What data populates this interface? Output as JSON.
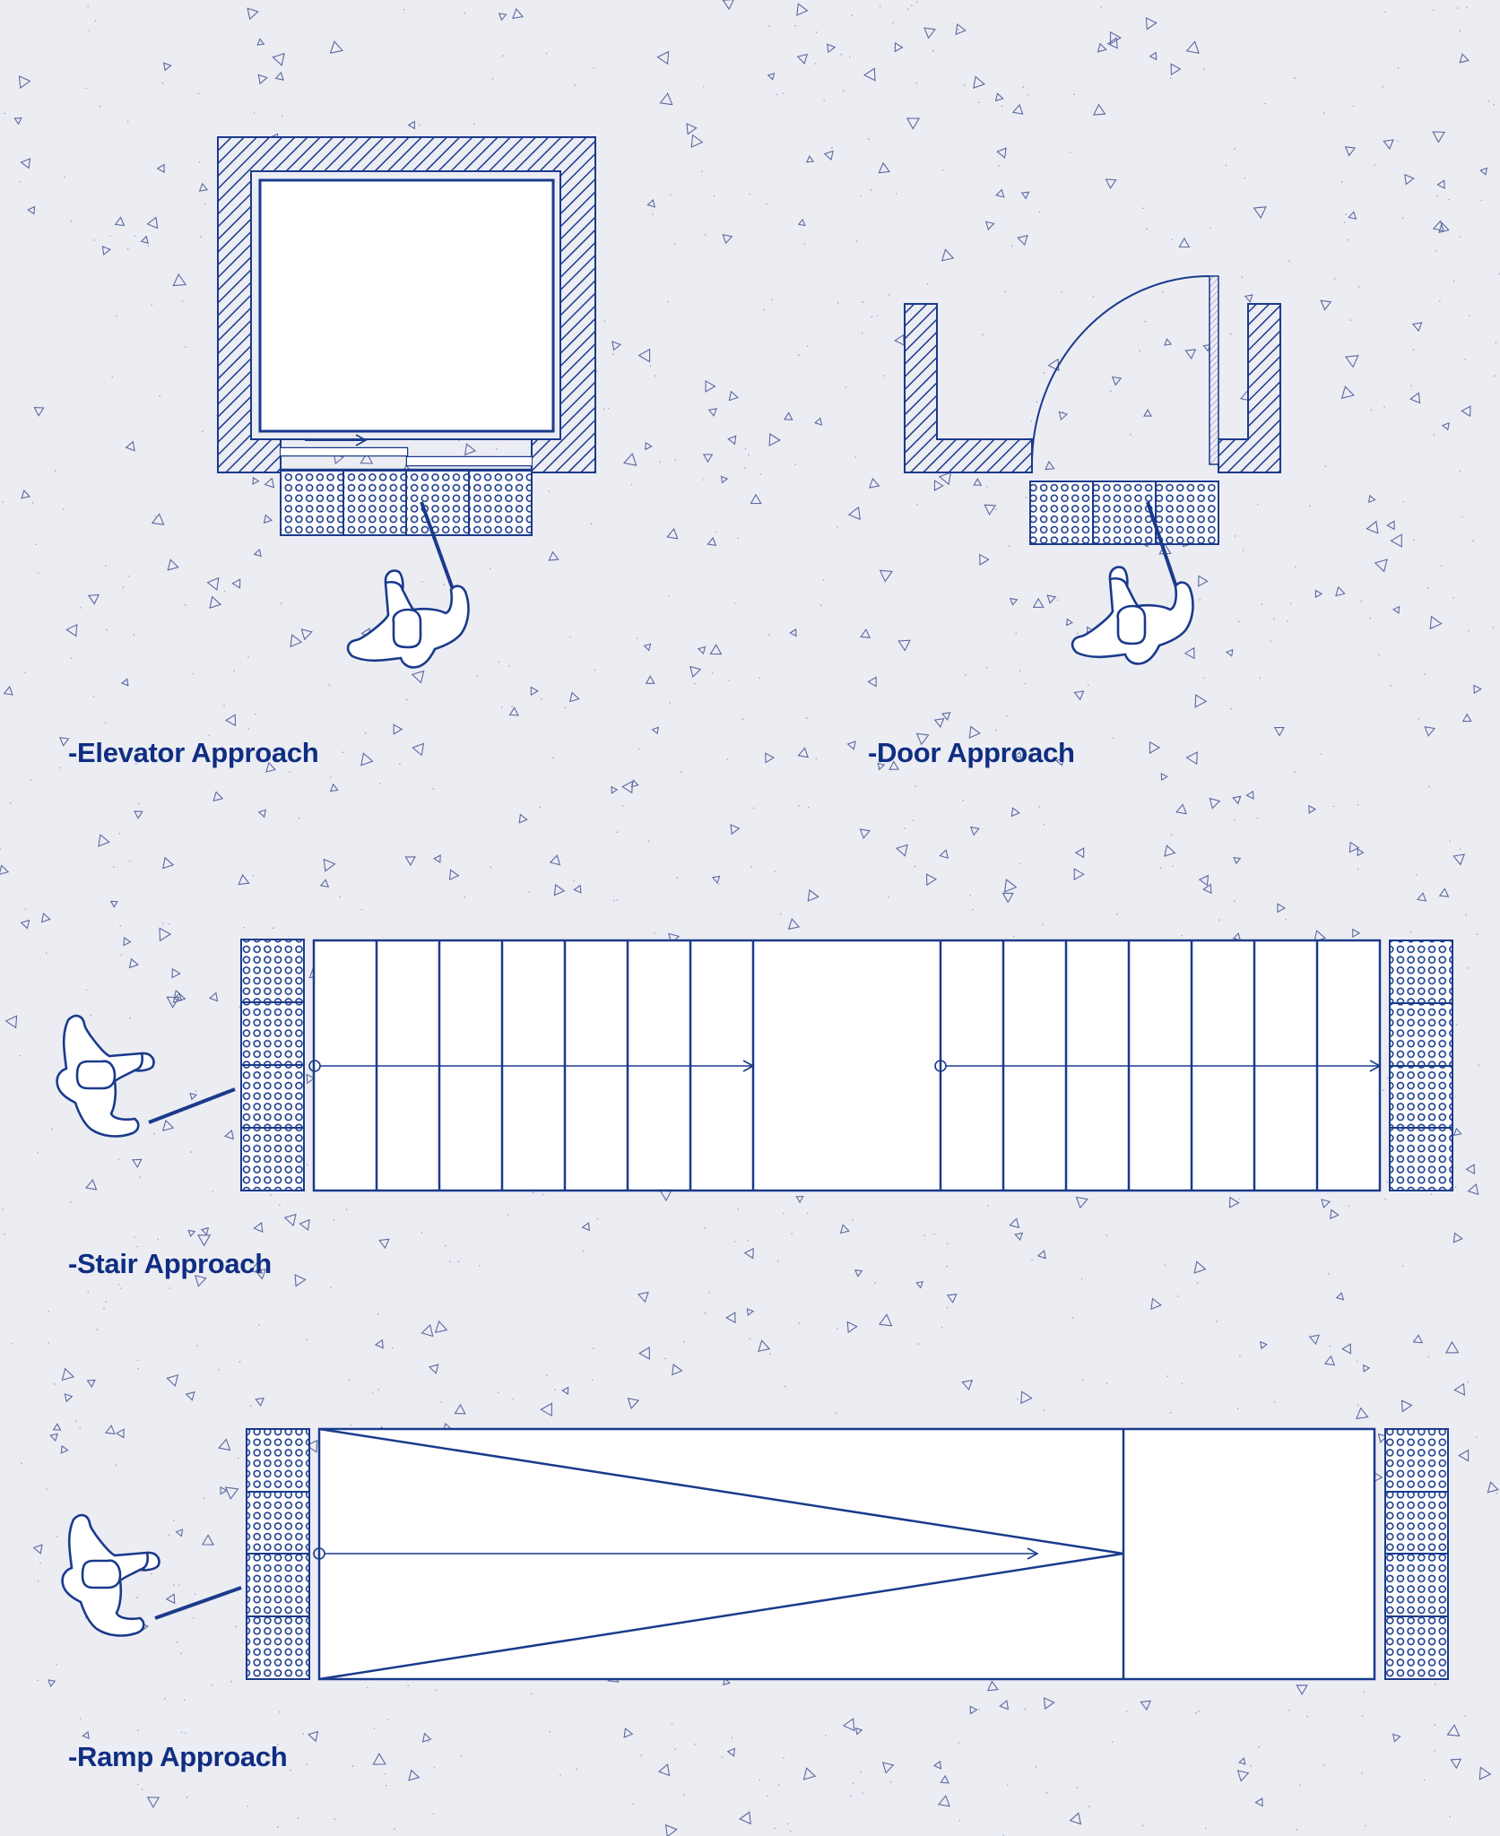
{
  "diagram": {
    "theme": {
      "background": "#ECECF3",
      "line_color": "#1A3A8C",
      "label_color": "#0F2E82",
      "fill_white": "#FFFFFF"
    },
    "sections": [
      {
        "id": "elevator",
        "label": "-Elevator Approach",
        "tactile_tiles": 4,
        "tactile_orientation": "horizontal"
      },
      {
        "id": "door",
        "label": "-Door Approach",
        "tactile_tiles": 3,
        "tactile_orientation": "horizontal"
      },
      {
        "id": "stair",
        "label": "-Stair Approach",
        "tactile_tiles_each_end": 4,
        "flights": 2,
        "treads_per_flight": 7,
        "has_landing": true
      },
      {
        "id": "ramp",
        "label": "-Ramp Approach",
        "tactile_tiles_each_end": 4,
        "has_landing": true
      }
    ],
    "labels": {
      "elevator": "-Elevator Approach",
      "door": "-Door Approach",
      "stair": "-Stair Approach",
      "ramp": "-Ramp Approach"
    },
    "icons": {
      "person_with_cane": "top-down figure of visually impaired person with white cane",
      "tactile_paving": "grid of circular dots (6x6 per tile)",
      "direction_arrow": "arrow indicating travel direction"
    }
  }
}
